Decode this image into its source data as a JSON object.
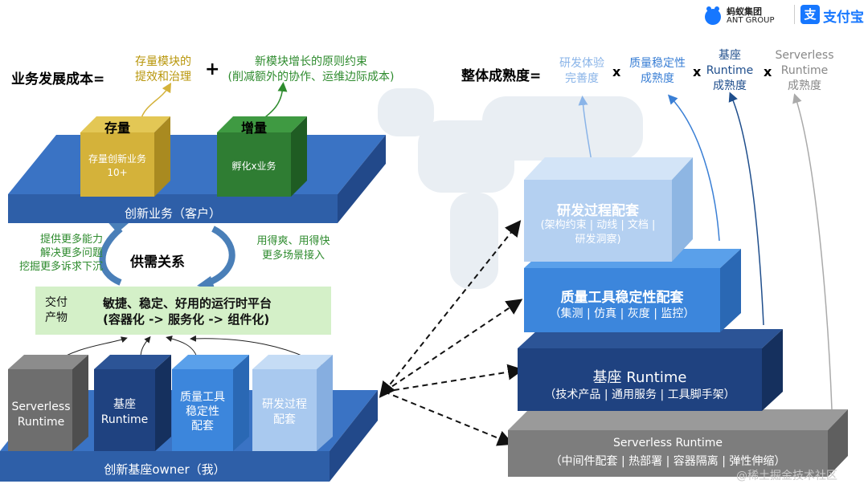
{
  "logos": {
    "ant_line1": "蚂蚁集团",
    "ant_line2": "ANT GROUP",
    "alipay_icon": "支",
    "alipay_text": "支付宝"
  },
  "left": {
    "cost_label": "业务发展成本=",
    "stock_note_l1": "存量模块的",
    "stock_note_l2": "提效和治理",
    "plus": "+",
    "new_note_l1": "新模块增长的原则约束",
    "new_note_l2": "(削减额外的协作、运维边际成本)",
    "stock_title": "存量",
    "stock_box_l1": "存量创新业务",
    "stock_box_l2": "10+",
    "incr_title": "增量",
    "incr_box": "孵化x业务",
    "platform_top": "创新业务（客户）",
    "supply_demand": "供需关系",
    "left_notes": [
      "提供更多能力",
      "解决更多问题",
      "挖掘更多诉求下沉"
    ],
    "right_notes": [
      "用得爽、用得快",
      "更多场景接入"
    ],
    "deliver_l1": "交付",
    "deliver_l2": "产物",
    "runtime_l1": "敏捷、稳定、好用的运行时平台",
    "runtime_l2": "(容器化 -> 服务化 -> 组件化)",
    "cubes": [
      {
        "l1": "Serverless",
        "l2": "Runtime",
        "l3": ""
      },
      {
        "l1": "基座",
        "l2": "Runtime",
        "l3": ""
      },
      {
        "l1": "质量工具",
        "l2": "稳定性",
        "l3": "配套"
      },
      {
        "l1": "研发过程",
        "l2": "配套",
        "l3": ""
      }
    ],
    "platform_bottom": "创新基座owner（我）"
  },
  "right": {
    "maturity_label": "整体成熟度=",
    "factors": [
      {
        "l1": "研发体验",
        "l2": "完善度",
        "l3": ""
      },
      {
        "l1": "质量稳定性",
        "l2": "成熟度",
        "l3": ""
      },
      {
        "l1": "基座",
        "l2": "Runtime",
        "l3": "成熟度"
      },
      {
        "l1": "Serverless",
        "l2": "Runtime",
        "l3": "成熟度"
      }
    ],
    "times": "x",
    "layers": [
      {
        "title": "研发过程配套",
        "l2": "(架构约束 | 动线 | 文档 |",
        "l3": "研发洞察)"
      },
      {
        "title": "质量工具稳定性配套",
        "l2": "（集测 | 仿真 | 灰度 | 监控）",
        "l3": ""
      },
      {
        "title": "基座 Runtime",
        "l2": "（技术产品 | 通用服务 | 工具脚手架）",
        "l3": ""
      },
      {
        "title": "Serverless Runtime",
        "l2": "（中间件配套 | 热部署 | 容器隔离 | 弹性伸缩）",
        "l3": ""
      }
    ]
  },
  "watermark": "@稀土掘金技术社区"
}
